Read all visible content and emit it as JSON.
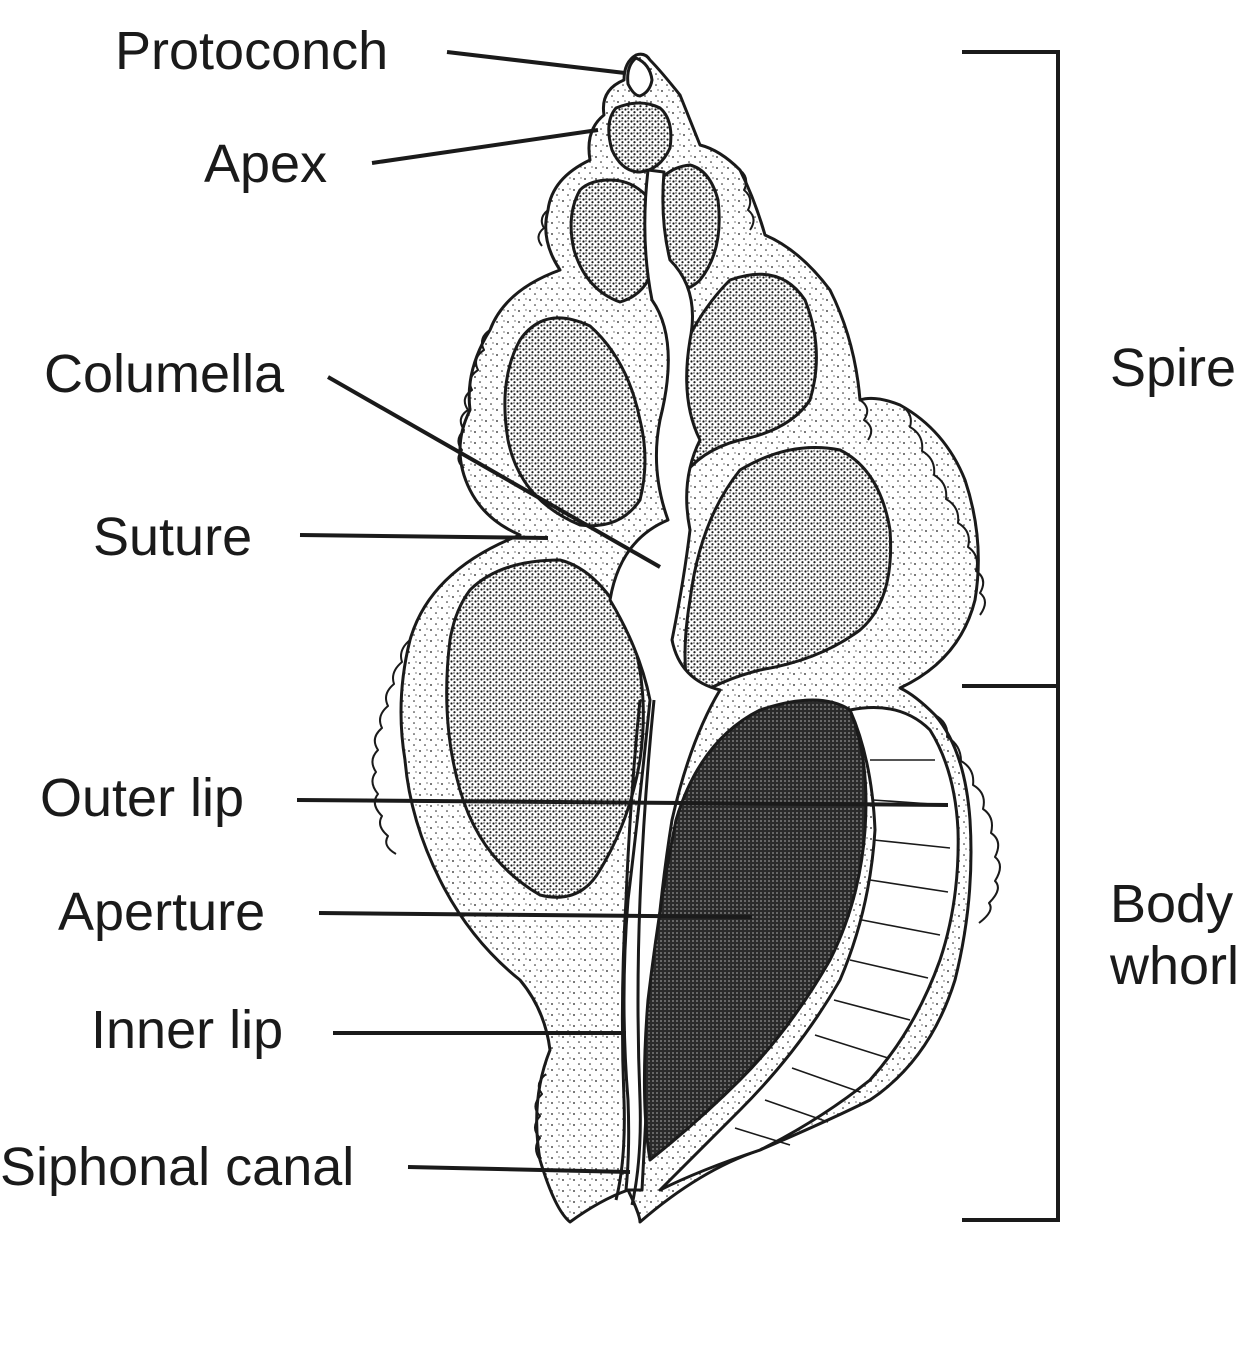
{
  "labels": {
    "protoconch": "Protoconch",
    "apex": "Apex",
    "columella": "Columella",
    "suture": "Suture",
    "outer_lip": "Outer lip",
    "aperture": "Aperture",
    "inner_lip": "Inner lip",
    "siphonal_canal": "Siphonal canal",
    "spire": "Spire",
    "body_whorl_line1": "Body",
    "body_whorl_line2": "whorl"
  },
  "colors": {
    "ink": "#1a1a1a",
    "paper": "#ffffff"
  }
}
